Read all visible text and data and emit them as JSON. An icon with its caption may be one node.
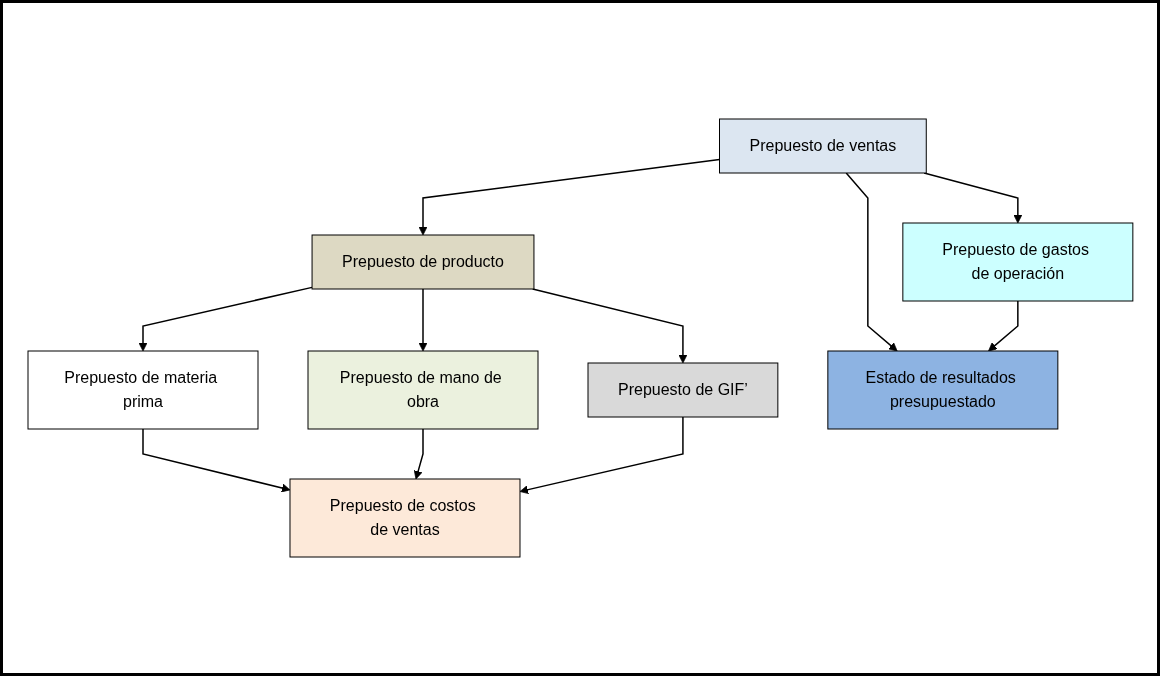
{
  "diagram": {
    "nodes": [
      {
        "text": [
          "Prepuesto de ventas"
        ]
      },
      {
        "text": [
          "Prepuesto de producto"
        ]
      },
      {
        "text": [
          "Prepuesto de materia prima"
        ]
      },
      {
        "text": [
          "Prepuesto de mano de obra"
        ]
      },
      {
        "text": [
          "Prepuesto de GIF’"
        ]
      },
      {
        "text": [
          "Prepuesto de gastos de operación"
        ]
      },
      {
        "text": [
          "Prepuesto de costos de ventas"
        ]
      },
      {
        "text": [
          "Estado de resultados presupuestado"
        ]
      }
    ],
    "edges": [
      {
        "from": 0,
        "to": 1,
        "arrow": "to"
      },
      {
        "from": 0,
        "to": 7,
        "arrow": "to"
      },
      {
        "from": 0,
        "to": 5,
        "arrow": "to"
      },
      {
        "from": 1,
        "to": 2,
        "arrow": "to"
      },
      {
        "from": 1,
        "to": 3,
        "arrow": "to"
      },
      {
        "from": 1,
        "to": 4,
        "arrow": "to"
      },
      {
        "from": 2,
        "to": 6,
        "arrow": "to"
      },
      {
        "from": 3,
        "to": 6,
        "arrow": "to"
      },
      {
        "from": 4,
        "to": 6,
        "arrow": "to"
      },
      {
        "from": 5,
        "to": 7,
        "arrow": "to"
      }
    ]
  }
}
